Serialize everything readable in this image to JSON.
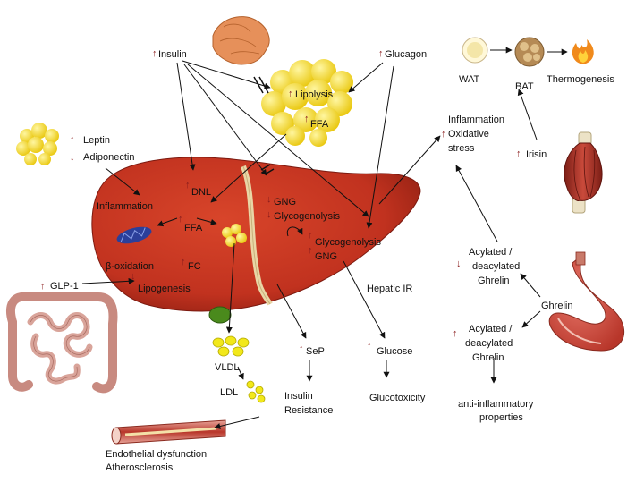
{
  "title": "",
  "markers": {
    "up": "↑",
    "down": "↓"
  },
  "colors": {
    "liver": "#c1321f",
    "liver_dark": "#8e1f12",
    "arrow_marker": "#8a1c1c",
    "fat": "#f2d419",
    "gallbladder": "#4a8a1c",
    "muscle": "#a8382b",
    "stomach": "#cf4a3c",
    "pancreas": "#e6905a"
  },
  "icons": [
    "pancreas-icon",
    "adipose-cluster-icon",
    "liver-icon",
    "intestine-icon",
    "muscle-icon",
    "stomach-icon",
    "artery-icon",
    "flame-icon",
    "mitochondrion-icon",
    "fat-droplet-icon"
  ],
  "labels": {
    "insulin": "Insulin",
    "glucagon": "Glucagon",
    "lipolysis": "Lipolysis",
    "ffa_adipose": "FFA",
    "leptin": "Leptin",
    "adiponectin": "Adiponectin",
    "wat": "WAT",
    "bat": "BAT",
    "thermogenesis": "Thermogenesis",
    "inflammation_oxidative_1": "Inflammation",
    "inflammation_oxidative_2": "Oxidative",
    "inflammation_oxidative_3": "stress",
    "irisin": "Irisin",
    "inflammation_liver": "Inflammation",
    "dnl": "DNL",
    "ffa_liver": "FFA",
    "gng_down": "GNG",
    "glycogenolysis_down": "Glycogenolysis",
    "glycogenolysis_up": "Glycogenolysis",
    "gng_up": "GNG",
    "fc": "FC",
    "beta_oxidation": "β-oxidation",
    "lipogenesis": "Lipogenesis",
    "glp1": "GLP-1",
    "hepatic_ir": "Hepatic IR",
    "acylated_top_1": "Acylated /",
    "acylated_top_2": "deacylated",
    "acylated_top_3": "Ghrelin",
    "ghrelin": "Ghrelin",
    "acylated_bottom_1": "Acylated /",
    "acylated_bottom_2": "deacylated",
    "acylated_bottom_3": "Ghrelin",
    "anti_inflam_1": "anti-inflammatory",
    "anti_inflam_2": "properties",
    "vldl": "VLDL",
    "ldl": "LDL",
    "sep": "SeP",
    "insulin_resistance_1": "Insulin",
    "insulin_resistance_2": "Resistance",
    "glucose": "Glucose",
    "glucotoxicity": "Glucotoxicity",
    "endothelial_1": "Endothelial dysfunction",
    "endothelial_2": "Atherosclerosis"
  }
}
